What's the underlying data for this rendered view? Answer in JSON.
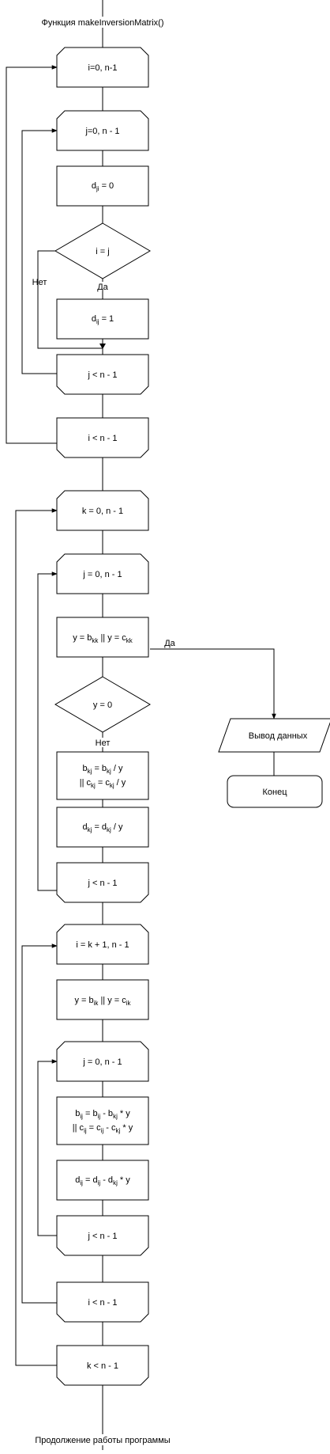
{
  "start_label": "Функция makeInversionMatrix()",
  "end_label": "Продолжение работы программы",
  "yes": "Да",
  "no": "Нет",
  "blocks": {
    "loop_i_start": "i=0, n-1",
    "loop_j_start": "j=0, n - 1",
    "d_ji": [
      "d",
      "ji",
      " = 0"
    ],
    "cond_ij": "i = j",
    "d_ij": [
      "d",
      "ij",
      " = 1"
    ],
    "loop_j_end": "j < n - 1",
    "loop_i_end": "i < n - 1",
    "loop_k_start": "k = 0, n - 1",
    "loop_j2_start": "j = 0, n - 1",
    "y_bkk": [
      "y = b",
      "kk",
      " || y = c",
      "kk",
      ""
    ],
    "cond_y0": "y = 0",
    "bkj_line1": [
      "b",
      "kj",
      " = b",
      "kj",
      " / y"
    ],
    "bkj_line2": [
      "|| c",
      "kj",
      " = c",
      "kj",
      " / y"
    ],
    "dkj": [
      "d",
      "kj",
      " = d",
      "kj",
      " / y"
    ],
    "loop_j2_end": "j < n - 1",
    "loop_i2_start": "i = k + 1, n - 1",
    "y_bik": [
      "y = b",
      "ik",
      " || y = c",
      "ik",
      ""
    ],
    "loop_j3_start": "j = 0, n - 1",
    "bij_line1": [
      "b",
      "ij",
      " = b",
      "ij",
      " - b",
      "kj",
      " * y"
    ],
    "bij_line2": [
      "|| c",
      "ij",
      " = c",
      "ij",
      " - c",
      "kj",
      " * y"
    ],
    "dij2": [
      "d",
      "ij",
      " = d",
      "ij",
      " - d",
      "kj",
      " * y"
    ],
    "loop_j3_end": "j < n - 1",
    "loop_i2_end": "i < n - 1",
    "loop_k_end": "k < n - 1",
    "output": "Вывод данных",
    "terminator": "Конец"
  }
}
